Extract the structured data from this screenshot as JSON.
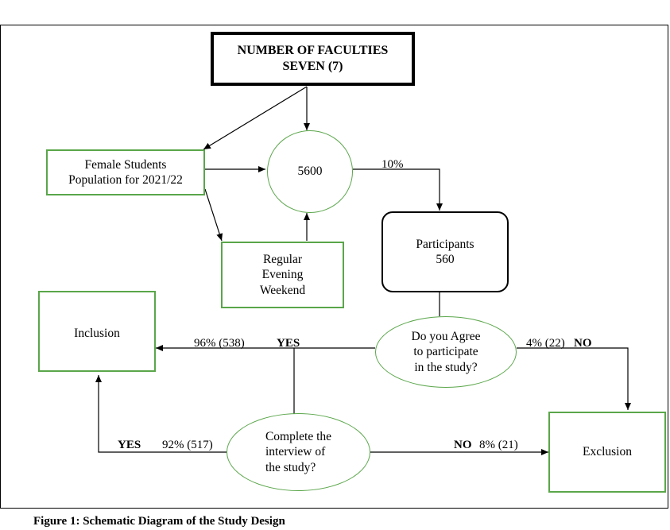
{
  "top_box": {
    "line1": "NUMBER OF FACULTIES",
    "line2": "SEVEN (7)"
  },
  "female_box": {
    "line1": "Female Students",
    "line2": "Population for 2021/22"
  },
  "population_circle": {
    "value": "5600"
  },
  "sampling_label": "10%",
  "participants_box": {
    "line1": "Participants",
    "line2": "560"
  },
  "mode_box": {
    "line1": "Regular",
    "line2": "Evening",
    "line3": "Weekend"
  },
  "inclusion_box": {
    "label": "Inclusion"
  },
  "agree_decision": {
    "line1": "Do you Agree",
    "line2": "to participate",
    "line3": "in the study?"
  },
  "yes_consent": {
    "pct": "96% (538)",
    "word": "YES"
  },
  "no_consent": {
    "pct": "4% (22)",
    "word": "NO"
  },
  "complete_decision": {
    "line1": "Complete the",
    "line2": "interview of",
    "line3": "the study?"
  },
  "yes_complete": {
    "word": "YES",
    "pct": "92% (517)"
  },
  "no_complete": {
    "word": "NO",
    "pct": "8% (21)"
  },
  "exclusion_box": {
    "label": "Exclusion"
  },
  "caption": "Figure 1: Schematic Diagram of the Study Design",
  "colors": {
    "node_border": "#5aa64a",
    "line": "#000000"
  }
}
